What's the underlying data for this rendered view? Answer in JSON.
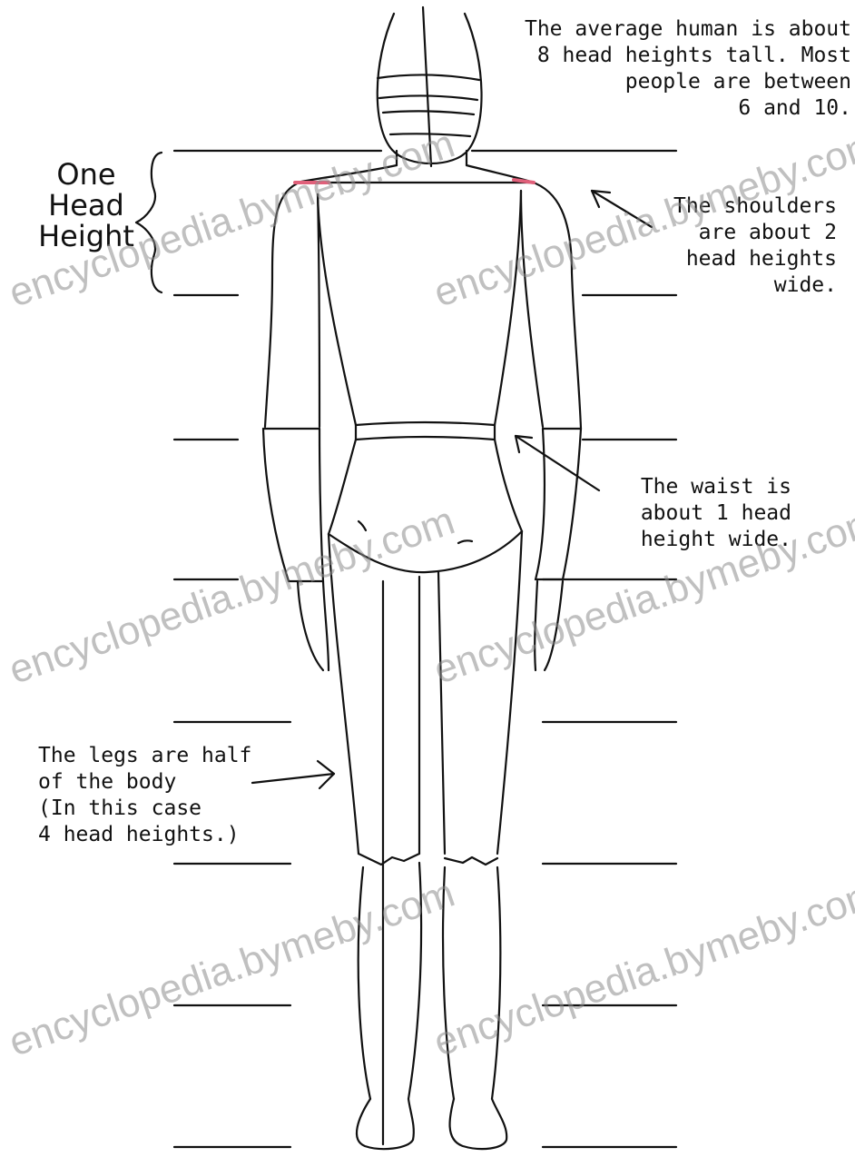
{
  "labels": {
    "one_head_line1": "One",
    "one_head_line2": "Head",
    "one_head_line3": "Height",
    "average": "The average human is about\n8 head heights tall. Most\npeople are between\n6 and 10.",
    "shoulders": "The shoulders\nare about 2\nhead heights\nwide.",
    "waist": "The waist is\nabout 1 head\nheight wide.",
    "legs": "The legs are half\nof the body\n(In this case\n4 head heights.)"
  },
  "watermark": "encyclopedia.bymeby.com",
  "colors": {
    "ink": "#111111",
    "shoulder_mark": "#e0607a",
    "watermark": "#8c8c8c"
  }
}
